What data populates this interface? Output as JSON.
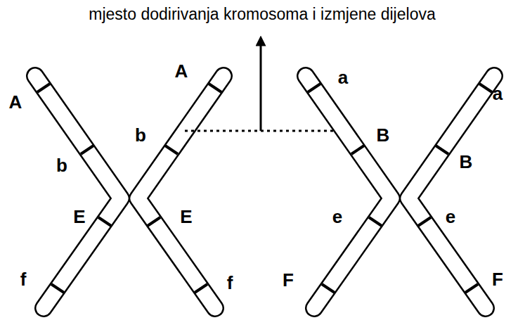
{
  "diagram": {
    "labels": [
      "mjesto dodirivanja kromosoma i izmjene dijelova",
      "A",
      "A",
      "b",
      "b",
      "E",
      "E",
      "f",
      "f",
      "a",
      "a",
      "B",
      "B",
      "e",
      "e",
      "F",
      "F"
    ]
  }
}
